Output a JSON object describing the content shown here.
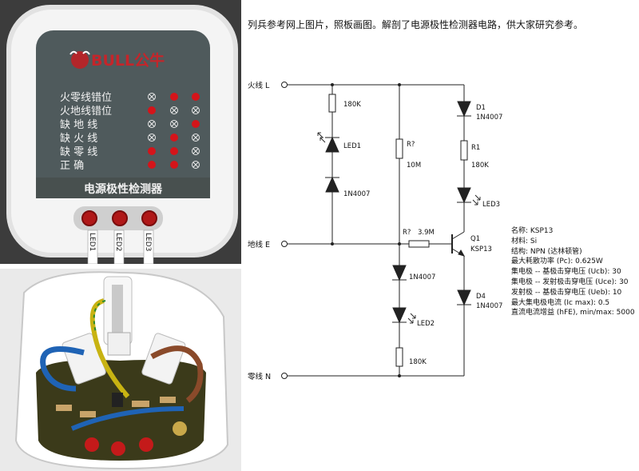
{
  "caption": "列兵参考网上图片，照板画图。解剖了电源极性检测器电路，供大家研究参考。",
  "device": {
    "brand": "BULL公牛",
    "title": "电源极性检测器",
    "rows": [
      {
        "label": "火零线错位"
      },
      {
        "label": "火地线错位"
      },
      {
        "label": "缺 地 线"
      },
      {
        "label": "缺 火 线"
      },
      {
        "label": "缺 零 线"
      },
      {
        "label": "正 确"
      }
    ],
    "led_tags": [
      "LED1",
      "LED2",
      "LED3"
    ]
  },
  "schematic": {
    "rails": {
      "live": "火线 L",
      "earth": "地线 E",
      "neutral": "零线 N"
    },
    "components": {
      "r_180k_left": "180K",
      "led1": "LED1",
      "d_1n4007_left": "1N4007",
      "r_10m_ref": "R?",
      "r_10m_val": "10M",
      "r_3m9_ref": "R?",
      "r_3m9_val": "3.9M",
      "d1_ref": "D1",
      "d1_val": "1N4007",
      "r1_ref": "R1",
      "r1_val": "180K",
      "led3": "LED3",
      "q1_ref": "Q1",
      "q1_val": "KSP13",
      "d_mid_val": "1N4007",
      "led2": "LED2",
      "r_bottom_val": "180K",
      "d4_ref": "D4",
      "d4_val": "1N4007"
    }
  },
  "specs": [
    "名称: KSP13",
    "材料: Si",
    "结构: NPN (达林顿管)",
    "最大耗散功率 (Pc): 0.625W",
    "集电极 -- 基极击穿电压 (Ucb): 30",
    "集电极 -- 发射极击穿电压 (Uce): 30",
    "发射极 -- 基极击穿电压 (Ueb): 10",
    "最大集电极电流 (Ic max): 0.5",
    "直流电流增益 (hFE), min/max: 5000"
  ]
}
